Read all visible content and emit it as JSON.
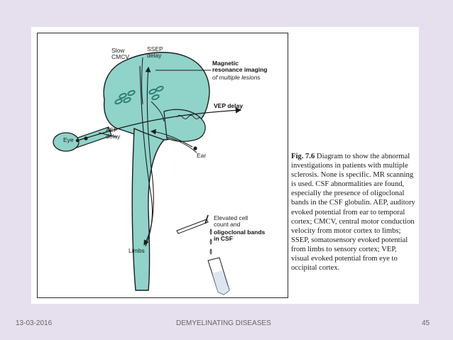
{
  "diagram": {
    "labels": {
      "slow_cmcv": "Slow\nCMCV",
      "ssep": "SSEP\ndelay",
      "mri": "Magnetic\nresonance imaging",
      "mri_sub": "of multiple lesions",
      "vep": "VEP delay",
      "eye": "Eye",
      "aep": "AEP\ndelay",
      "ear": "Ear",
      "csf": "Elevated cell\ncount and",
      "csf_bold": "oligoclonal bands\nin CSF",
      "limbs": "Limbs"
    },
    "colors": {
      "brain_fill": "#8fd3c9",
      "outline": "#1c1c1c",
      "lesion": "#2e7f74"
    }
  },
  "caption": {
    "fig_number": "Fig. 7.6",
    "text": "Diagram to show the abnormal investigations in patients with multiple sclerosis. None is specific. MR scanning is used. CSF abnormalities are found, especially the presence of oligoclonal bands in the CSF globulin. AEP, auditory evoked potential from ear to temporal cortex; CMCV, central motor conduction velocity from motor cortex to limbs; SSEP, somatosensory evoked potential from limbs to sensory cortex; VEP, visual evoked potential from eye to occipital cortex."
  },
  "footer": {
    "date": "13-03-2016",
    "title": "DEMYELINATING DISEASES",
    "page": "45"
  }
}
